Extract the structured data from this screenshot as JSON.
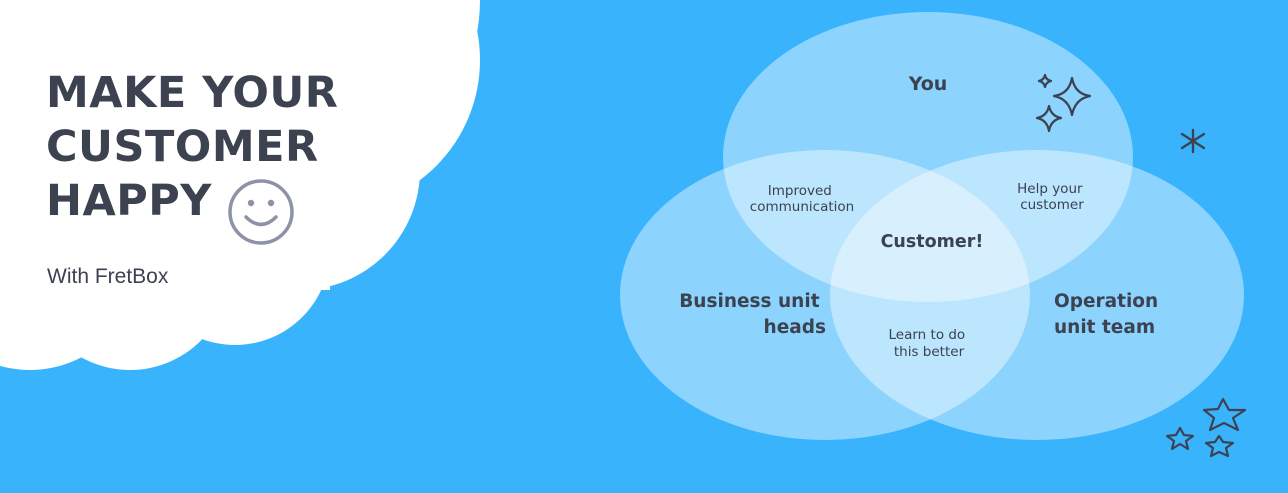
{
  "headline": {
    "line1": "MAKE YOUR",
    "line2": "CUSTOMER",
    "line3": "HAPPY"
  },
  "subtitle": "With FretBox",
  "icons": {
    "smiley": "smiley-face-icon",
    "sparkles": "sparkle-icon",
    "asterisk": "asterisk-icon",
    "stars": "star-icon"
  },
  "venn": {
    "top_circle": "You",
    "left_circle": {
      "line1": "Business unit",
      "line2": "heads"
    },
    "right_circle": {
      "line1": "Operation",
      "line2": "unit team"
    },
    "top_left_overlap": {
      "line1": "Improved",
      "line2": "communication"
    },
    "top_right_overlap": {
      "line1": "Help your",
      "line2": "customer"
    },
    "bottom_overlap": {
      "line1": "Learn to do",
      "line2": "this better"
    },
    "center": "Customer!"
  },
  "colors": {
    "background": "#3ab3fd",
    "text": "#3c4250",
    "cloud": "#ffffff",
    "circle_fill": "#ffffff"
  }
}
